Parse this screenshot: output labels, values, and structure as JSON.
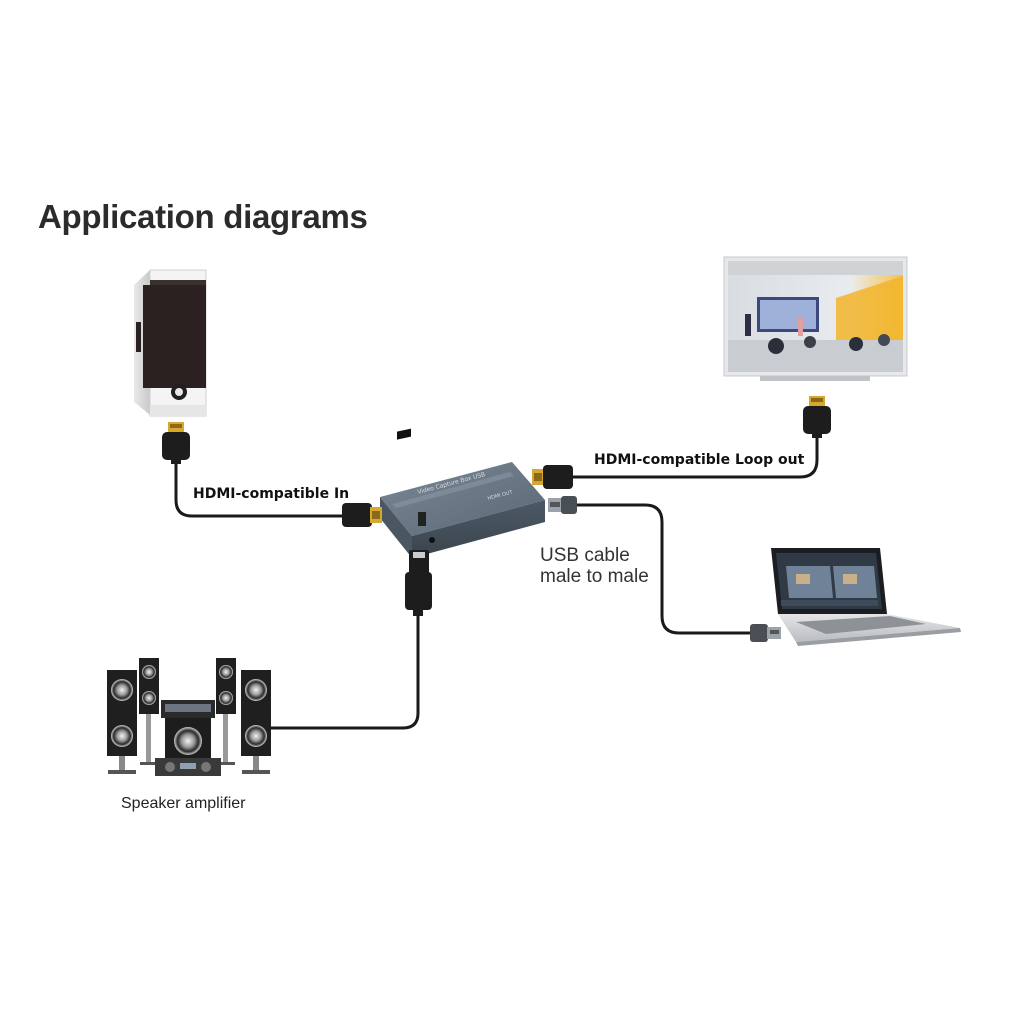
{
  "title": "Application diagrams",
  "labels": {
    "hdmi_in": "HDMI-compatible In",
    "hdmi_loop_out": "HDMI-compatible Loop out",
    "usb_cable_line1": "USB cable",
    "usb_cable_line2": "male to male",
    "speaker_amplifier": "Speaker amplifier"
  },
  "device": {
    "top_label": "Video Capture Box USB",
    "side_label": "HDMI OUT"
  },
  "colors": {
    "cable": "#1a1a1a",
    "device_body": "#5f6d7a",
    "connector_gold": "#d7a82e",
    "usb_metal": "#9aa3ab"
  }
}
